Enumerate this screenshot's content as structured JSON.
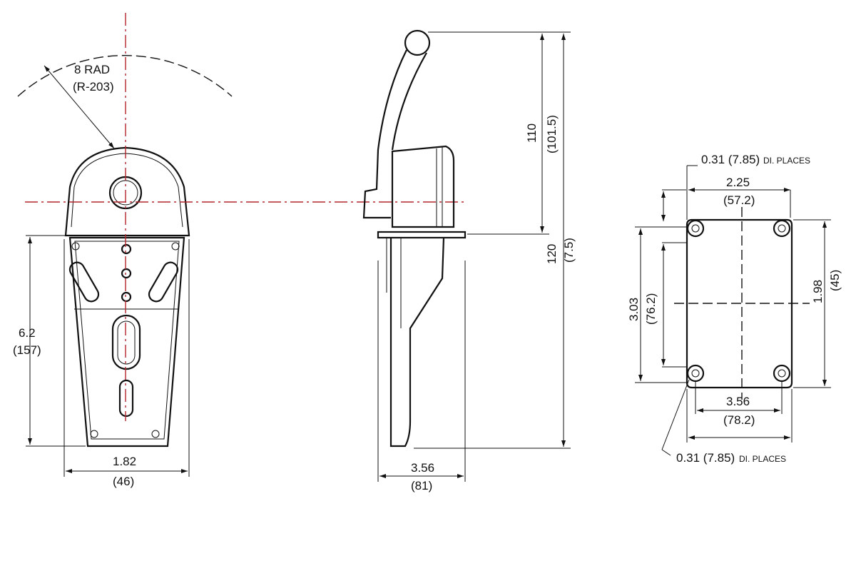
{
  "colors": {
    "centerline": "#b3262e",
    "line": "#111111"
  },
  "front_view": {
    "radius_label": "8 RAD",
    "radius_metric": "(R-203)",
    "height_label": "6.2",
    "height_metric": "(157)",
    "width_label": "1.82",
    "width_metric": "(46)"
  },
  "side_view": {
    "upper_label": "110",
    "upper_metric": "(101.5)",
    "total_label": "120",
    "total_metric": "(7.5)",
    "depth_label": "3.56",
    "depth_metric": "(81)"
  },
  "mount_view": {
    "hole_top_label": "0.31 (7.85)",
    "hole_top_suffix": "DI. PLACES",
    "top_width_label": "2.25",
    "top_width_metric": "(57.2)",
    "left_height_label": "3.03",
    "left_height_metric": "(76.2)",
    "right_height_label": "1.98",
    "right_height_metric": "(45)",
    "bottom_width_label": "3.56",
    "bottom_width_metric": "(78.2)",
    "hole_bottom_label": "0.31 (7.85)",
    "hole_bottom_suffix": "DI. PLACES"
  }
}
